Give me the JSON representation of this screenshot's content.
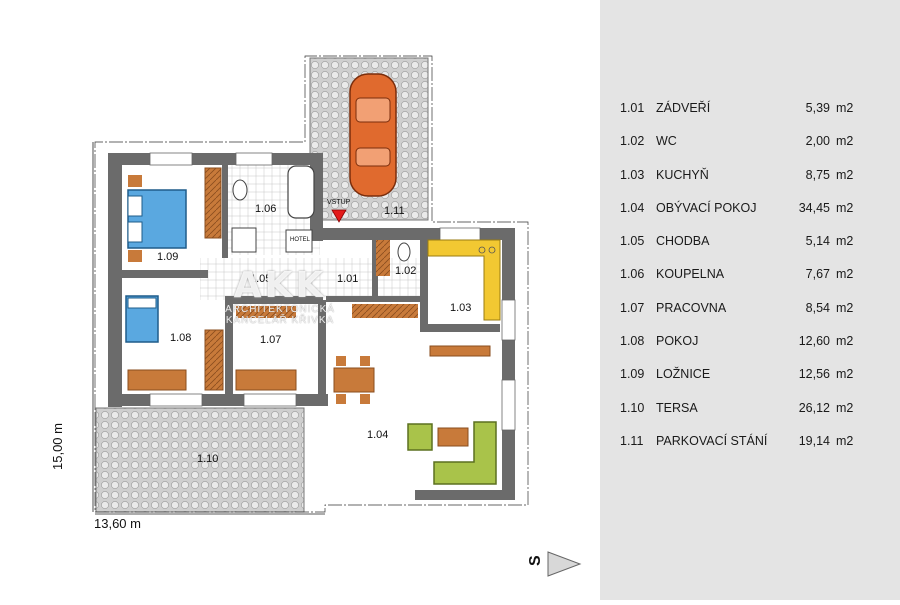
{
  "rooms": [
    {
      "code": "1.01",
      "name": "ZÁDVEŘÍ",
      "area": "5,39",
      "unit": "m2"
    },
    {
      "code": "1.02",
      "name": "WC",
      "area": "2,00",
      "unit": "m2"
    },
    {
      "code": "1.03",
      "name": "KUCHYŇ",
      "area": "8,75",
      "unit": "m2"
    },
    {
      "code": "1.04",
      "name": "OBÝVACÍ POKOJ",
      "area": "34,45",
      "unit": "m2"
    },
    {
      "code": "1.05",
      "name": "CHODBA",
      "area": "5,14",
      "unit": "m2"
    },
    {
      "code": "1.06",
      "name": "KOUPELNA",
      "area": "7,67",
      "unit": "m2"
    },
    {
      "code": "1.07",
      "name": "PRACOVNA",
      "area": "8,54",
      "unit": "m2"
    },
    {
      "code": "1.08",
      "name": "POKOJ",
      "area": "12,60",
      "unit": "m2"
    },
    {
      "code": "1.09",
      "name": "LOŽNICE",
      "area": "12,56",
      "unit": "m2"
    },
    {
      "code": "1.10",
      "name": "TERSA",
      "area": "26,12",
      "unit": "m2"
    },
    {
      "code": "1.11",
      "name": "PARKOVACÍ STÁNÍ",
      "area": "19,14",
      "unit": "m2"
    }
  ],
  "plan": {
    "entrance_label": "VSTUP",
    "hotel_label": "HOTEL",
    "dimension_width": "13,60 m",
    "dimension_depth": "15,00 m",
    "north_label": "S"
  },
  "watermark": {
    "logo": "AKK",
    "line1": "ARCHITEKTONICKÁ",
    "line2": "KANCELÁŘ KŘIVKA"
  },
  "colors": {
    "wall": "#6b6b6b",
    "furniture_wood": "#c87a3a",
    "bed_blue": "#5aa8e0",
    "car": "#e06a2e",
    "kitchen_yellow": "#f2c832",
    "sofa_green": "#a9c34a",
    "entrance_red": "#e31b1b",
    "legend_panel": "#e4e4e4",
    "paving": "#c9c9c9"
  }
}
